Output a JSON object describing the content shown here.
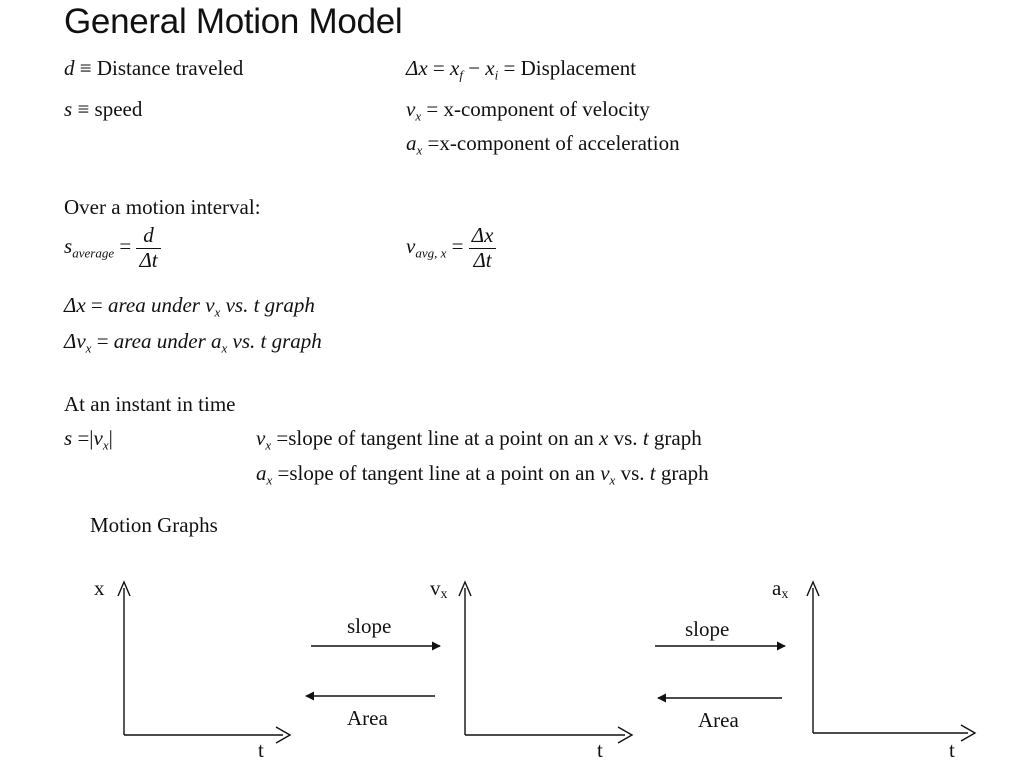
{
  "title": "General Motion Model",
  "definitions": {
    "distance": {
      "sym": "d",
      "rel": "≡",
      "text": "Distance traveled"
    },
    "speed": {
      "sym": "s",
      "rel": "≡",
      "text": "speed"
    },
    "displacement": {
      "lhs": "Δx",
      "eq1": "=",
      "xf": "x",
      "xf_sub": "f",
      "minus": "−",
      "xi": "x",
      "xi_sub": "i",
      "eq2": "=",
      "text": "Displacement"
    },
    "velocity": {
      "sym": "v",
      "sub": "x",
      "eq": "=",
      "text": "x-component of velocity"
    },
    "acceleration": {
      "sym": "a",
      "sub": "x",
      "eq": "=",
      "text": "x-component of acceleration"
    }
  },
  "interval": {
    "heading": "Over a motion interval:",
    "s_avg": {
      "sym": "s",
      "sub": "average",
      "eq": "=",
      "num": "d",
      "den": "Δt"
    },
    "v_avg": {
      "sym": "v",
      "sub": "avg, x",
      "eq": "=",
      "num": "Δx",
      "den": "Δt"
    },
    "line1": {
      "lhs": "Δx",
      "eq": "=",
      "text1": "area under",
      "v": "v",
      "vsub": "x",
      "text2": "vs. t  graph"
    },
    "line2": {
      "lhs": "Δv",
      "lhs_sub": "x",
      "eq": "=",
      "text1": "area under",
      "a": "a",
      "asub": "x",
      "text2": "vs. t  graph"
    }
  },
  "instant": {
    "heading": "At an instant in time",
    "speed": {
      "lhs": "s",
      "eq": "=",
      "bar": "|",
      "v": "v",
      "vsub": "x"
    },
    "v_line": {
      "sym": "v",
      "sub": "x",
      "eq": "=",
      "t1": "slope of tangent line at a point on an ",
      "x": "x",
      "t2": " vs. ",
      "t": "t",
      "t3": " graph"
    },
    "a_line": {
      "sym": "a",
      "sub": "x",
      "eq": "=",
      "t1": "slope of tangent line at a point on an ",
      "v": "v",
      "vsub": "x",
      "t2": " vs. ",
      "t": "t",
      "t3": " graph"
    }
  },
  "graphs": {
    "heading": "Motion Graphs",
    "g1": {
      "ylabel": "x",
      "xlabel": "t"
    },
    "g2": {
      "ylabel": "v",
      "ylabel_sub": "x",
      "xlabel": "t"
    },
    "g3": {
      "ylabel": "a",
      "ylabel_sub": "x",
      "xlabel": "t"
    },
    "arrows": [
      {
        "top": "slope",
        "bottom": "Area"
      },
      {
        "top": "slope",
        "bottom": "Area"
      }
    ]
  }
}
